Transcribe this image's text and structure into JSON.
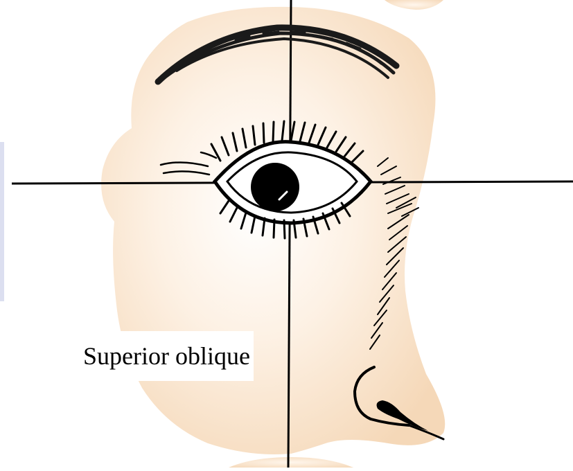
{
  "label": "Superior oblique",
  "colors": {
    "skin": "#fbe7d2",
    "skin_edge": "#f3d2b0",
    "ink": "#000000",
    "background": "#ffffff",
    "label_box": "#ffffff"
  },
  "icons": [
    "face-profile-illustration",
    "eye-icon",
    "crosshair-lines"
  ]
}
